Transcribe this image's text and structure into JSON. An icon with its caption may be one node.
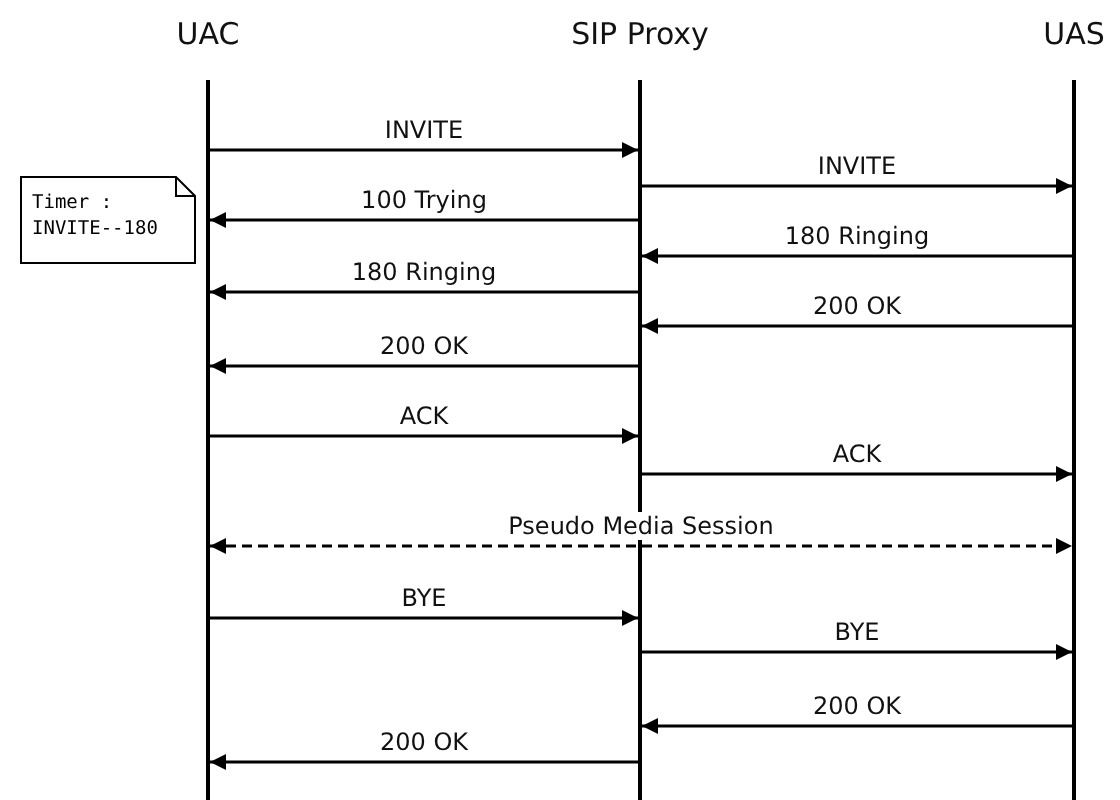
{
  "diagram": {
    "nodes": [
      {
        "text": [
          "UAC"
        ]
      },
      {
        "text": [
          "SIP Proxy"
        ]
      },
      {
        "text": [
          "UAS"
        ]
      },
      {
        "text": [
          "Timer : INVITE--180"
        ]
      }
    ],
    "edges": [
      {
        "from": 0,
        "to": 1,
        "arrow": "to",
        "label": "INVITE"
      },
      {
        "from": 1,
        "to": 2,
        "arrow": "to",
        "label": "INVITE"
      },
      {
        "from": 1,
        "to": 0,
        "arrow": "to",
        "label": "100 Trying"
      },
      {
        "from": 2,
        "to": 1,
        "arrow": "to",
        "label": "180 Ringing"
      },
      {
        "from": 1,
        "to": 0,
        "arrow": "to",
        "label": "180 Ringing"
      },
      {
        "from": 2,
        "to": 1,
        "arrow": "to",
        "label": "200 OK"
      },
      {
        "from": 1,
        "to": 0,
        "arrow": "to",
        "label": "200 OK"
      },
      {
        "from": 0,
        "to": 1,
        "arrow": "to",
        "label": "ACK"
      },
      {
        "from": 1,
        "to": 2,
        "arrow": "to",
        "label": "ACK"
      },
      {
        "from": 0,
        "to": 2,
        "arrow": "both",
        "label": "Pseudo Media Session",
        "style": "dashed"
      },
      {
        "from": 0,
        "to": 1,
        "arrow": "to",
        "label": "BYE"
      },
      {
        "from": 1,
        "to": 2,
        "arrow": "to",
        "label": "BYE"
      },
      {
        "from": 2,
        "to": 1,
        "arrow": "to",
        "label": "200 OK"
      },
      {
        "from": 1,
        "to": 0,
        "arrow": "to",
        "label": "200 OK"
      }
    ]
  }
}
